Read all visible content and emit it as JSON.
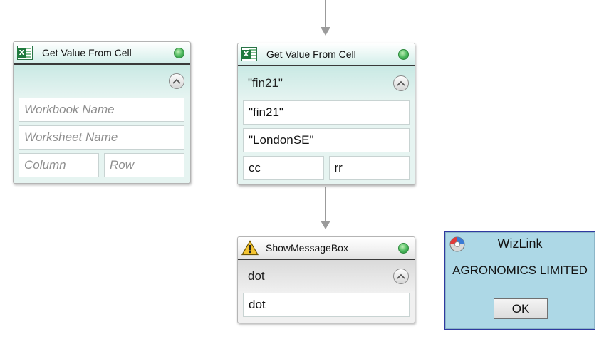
{
  "activities": {
    "left": {
      "title": "Get Value From Cell",
      "icon": "excel-icon",
      "fields": {
        "workbook_placeholder": "Workbook Name",
        "worksheet_placeholder": "Worksheet Name",
        "column_placeholder": "Column",
        "row_placeholder": "Row"
      }
    },
    "middle": {
      "title": "Get Value From Cell",
      "icon": "excel-icon",
      "summary": "\"fin21\"",
      "fields": {
        "workbook": "\"fin21\"",
        "worksheet": "\"LondonSE\"",
        "column": "cc",
        "row": "rr"
      }
    },
    "message_box": {
      "title": "ShowMessageBox",
      "icon": "warning-icon",
      "summary": "dot",
      "fields": {
        "message": "dot"
      }
    }
  },
  "dialog": {
    "title": "WizLink",
    "message": "AGRONOMICS LIMITED",
    "ok_label": "OK",
    "background": "#add8e6"
  },
  "colors": {
    "connector": "#9b9b9b",
    "status_ok": "#47b65a",
    "header_border": "#3a3a3a"
  }
}
